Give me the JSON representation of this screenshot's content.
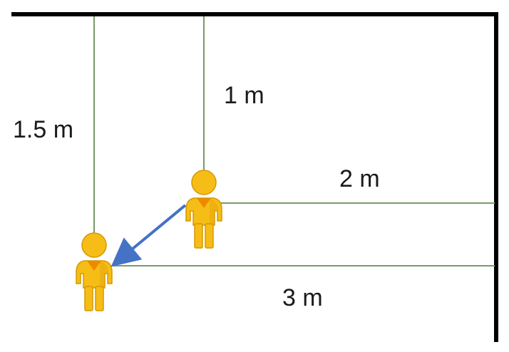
{
  "labels": {
    "left_person_distance_from_top": "1.5 m",
    "right_person_distance_from_top": "1 m",
    "right_person_distance_from_wall": "2 m",
    "left_person_distance_from_wall": "3 m"
  },
  "colors": {
    "wall": "#000000",
    "guide_line": "#7a9a6a",
    "person_fill": "#f6bd16",
    "person_shade": "#e2a20a",
    "person_vest": "#ef8a00",
    "person_outline": "#d69800",
    "arrow": "#4472c4"
  },
  "icons": {
    "person": "pegman-person-icon",
    "movement": "movement-arrow"
  }
}
